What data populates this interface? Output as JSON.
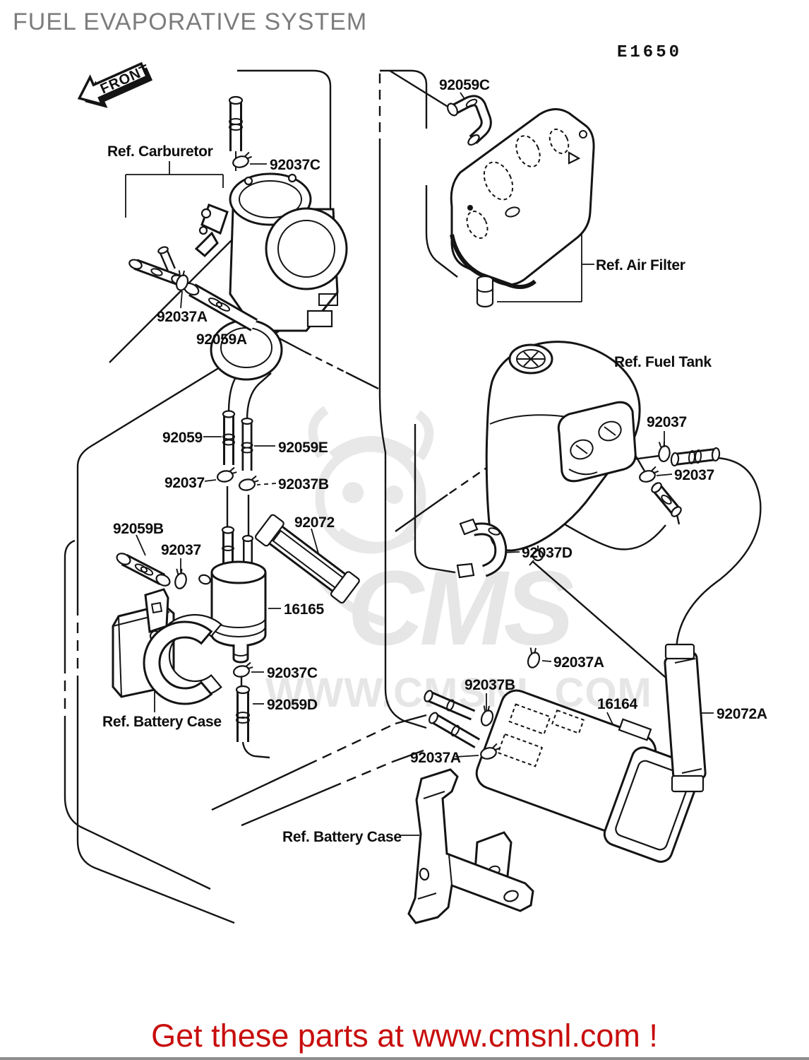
{
  "header": {
    "title": "FUEL EVAPORATIVE SYSTEM",
    "diagram_code": "E1650"
  },
  "front_badge": {
    "label": "FRONT"
  },
  "watermark": {
    "brand": "CMS",
    "site": "WWW.CMSNL.COM"
  },
  "footer": {
    "cta": "Get these parts at www.cmsnl.com !"
  },
  "ref_labels": {
    "carburetor": "Ref. Carburetor",
    "air_filter": "Ref. Air Filter",
    "fuel_tank": "Ref. Fuel Tank",
    "battery_case_left": "Ref. Battery Case",
    "battery_case_bottom": "Ref. Battery Case"
  },
  "part_numbers": {
    "carb_breather_clamp": "92037C",
    "air_filter_elbow": "92059C",
    "carb_hose_clamp": "92037A",
    "carb_hose": "92059A",
    "tube_left": "92059",
    "tube_right": "92059E",
    "clamp_left": "92037",
    "clamp_right": "92037B",
    "hose_left": "92059B",
    "clamp_below_left": "92037",
    "filter_strap": "92072",
    "fuel_filter": "16165",
    "filter_outlet_clamp": "92037C",
    "filter_outlet_hose": "92059D",
    "tank_clamp_upper": "92037",
    "tank_clamp_lower": "92037",
    "hook_hose": "92037D",
    "mid_clamp": "92037A",
    "canister_inlet_clamp": "92037B",
    "canister_lower_clamp": "92037A",
    "canister": "16164",
    "canister_strap": "92072A"
  }
}
